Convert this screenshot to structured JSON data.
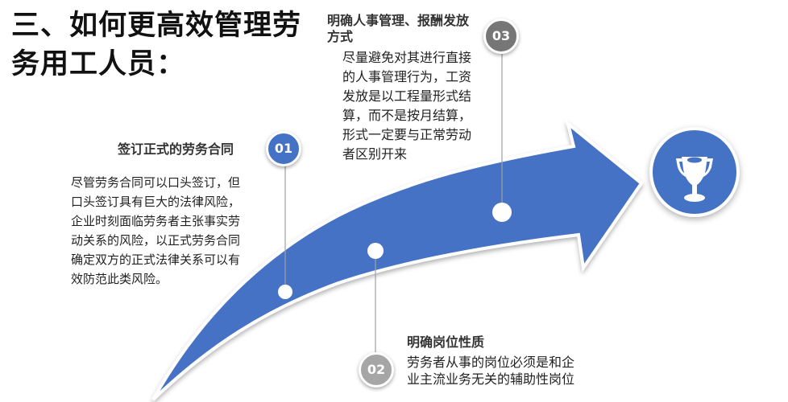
{
  "title": {
    "line1": "三、如何更高效管理劳",
    "line2": "务用工人员："
  },
  "colors": {
    "arrow": "#4472c4",
    "badge_01": "#4472c4",
    "badge_02": "#a6a6a6",
    "badge_03": "#767676",
    "connector": "#a0a0a0"
  },
  "steps": [
    {
      "number": "01",
      "heading": "签订正式的劳务合同",
      "lines": [
        "尽管劳务合同可以口头签订，但",
        "口头签订具有巨大的法律风险，",
        "企业时刻面临劳务者主张事实劳",
        "动关系的风险，以正式劳务合同",
        "确定双方的正式法律关系可以有",
        "效防范此类风险。"
      ]
    },
    {
      "number": "02",
      "heading": "明确岗位性质",
      "lines": [
        "劳务者从事的岗位必须是和企",
        "业主流业务无关的辅助性岗位"
      ]
    },
    {
      "number": "03",
      "heading_lines": [
        "明确人事管理、报酬发放",
        "方式"
      ],
      "lines": [
        "尽量避免对其进行直接",
        "的人事管理行为，工资",
        "发放是以工程量形式结",
        "算，而不是按月结算，",
        "形式一定要与正常劳动",
        "者区别开来"
      ]
    }
  ],
  "goal": {
    "icon": "trophy-icon"
  }
}
